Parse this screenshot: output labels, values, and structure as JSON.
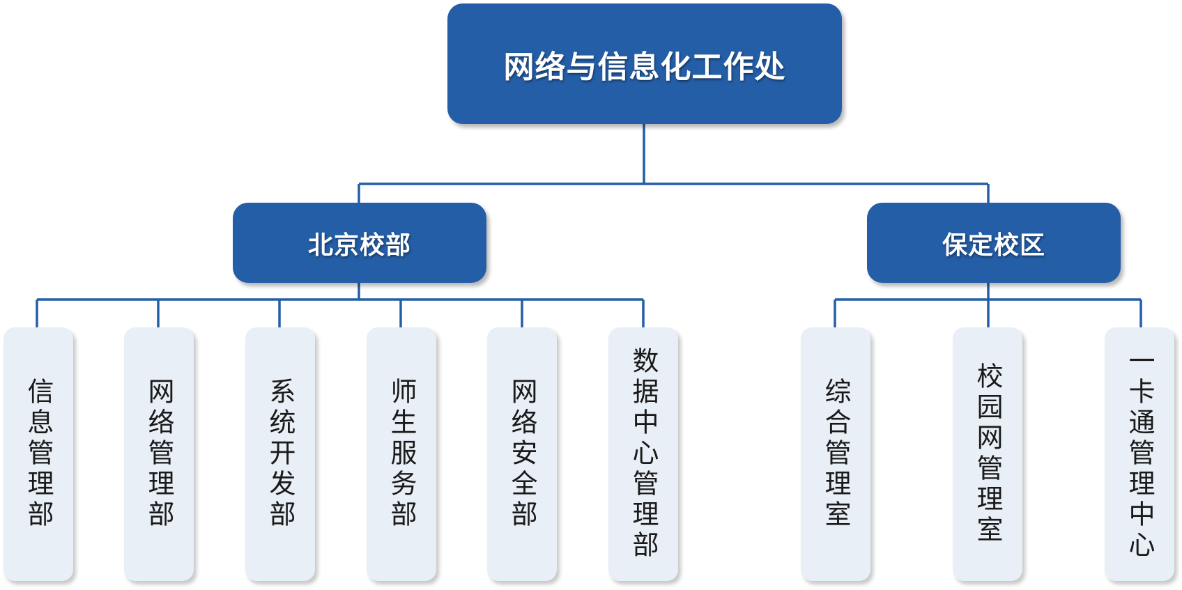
{
  "root": {
    "label": "网络与信息化工作处"
  },
  "campuses": [
    {
      "label": "北京校部",
      "departments": [
        "信息管理部",
        "网络管理部",
        "系统开发部",
        "师生服务部",
        "网络安全部",
        "数据中心管理部"
      ]
    },
    {
      "label": "保定校区",
      "departments": [
        "综合管理室",
        "校园网管理室",
        "一卡通管理中心"
      ]
    }
  ],
  "colors": {
    "box_fill": "#245ea7",
    "connector": "#245ea7",
    "dept_fill": "#e9eff6",
    "dept_text": "#1a1a1a"
  }
}
